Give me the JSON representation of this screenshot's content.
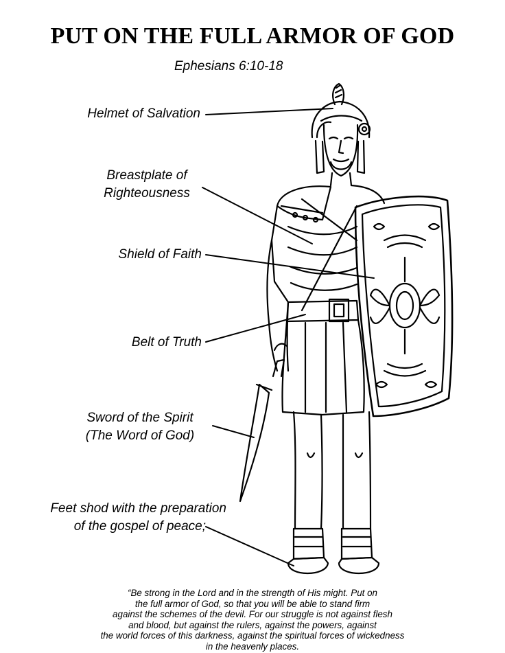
{
  "title": "PUT ON THE FULL ARMOR OF GOD",
  "reference": "Ephesians 6:10-18",
  "labels": {
    "helmet": "Helmet of Salvation",
    "breastplate_line1": "Breastplate of",
    "breastplate_line2": "Righteousness",
    "shield": "Shield of Faith",
    "belt": "Belt of Truth",
    "sword_line1": "Sword of the Spirit",
    "sword_line2": "(The Word of God)",
    "feet_line1": "Feet shod with the preparation",
    "feet_line2": "of the gospel of peace;"
  },
  "quote_lines": [
    "“Be strong in the Lord and in the strength of His might.  Put on",
    "the full armor of God, so that you will be able to stand firm",
    "against the schemes of the devil.  For our struggle is not against flesh",
    "and blood, but against the rulers, against the powers, against",
    "the world forces of this darkness, against the spiritual forces of wickedness",
    "in the heavenly places."
  ],
  "colors": {
    "ink": "#000000",
    "paper": "#ffffff"
  }
}
